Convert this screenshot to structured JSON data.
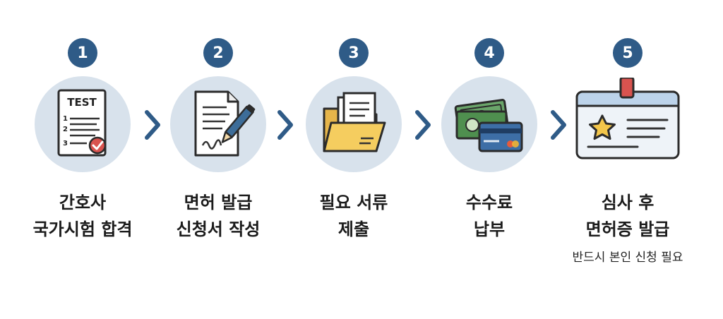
{
  "steps": [
    {
      "number": "1",
      "icon": "test-paper-icon",
      "line1": "간호사",
      "line2": "국가시험 합격",
      "icon_text": "TEST",
      "icon_nums": [
        "1",
        "2",
        "3"
      ]
    },
    {
      "number": "2",
      "icon": "document-pen-icon",
      "line1": "면허 발급",
      "line2": "신청서 작성"
    },
    {
      "number": "3",
      "icon": "folder-documents-icon",
      "line1": "필요 서류",
      "line2": "제출"
    },
    {
      "number": "4",
      "icon": "money-card-icon",
      "line1": "수수료",
      "line2": "납부"
    },
    {
      "number": "5",
      "icon": "license-badge-icon",
      "line1": "심사 후",
      "line2": "면허증 발급",
      "note": "반드시 본인 신청 필요"
    }
  ],
  "colors": {
    "badge": "#2f5b87",
    "circle": "#d8e2ec",
    "arrow": "#2f5b87"
  }
}
